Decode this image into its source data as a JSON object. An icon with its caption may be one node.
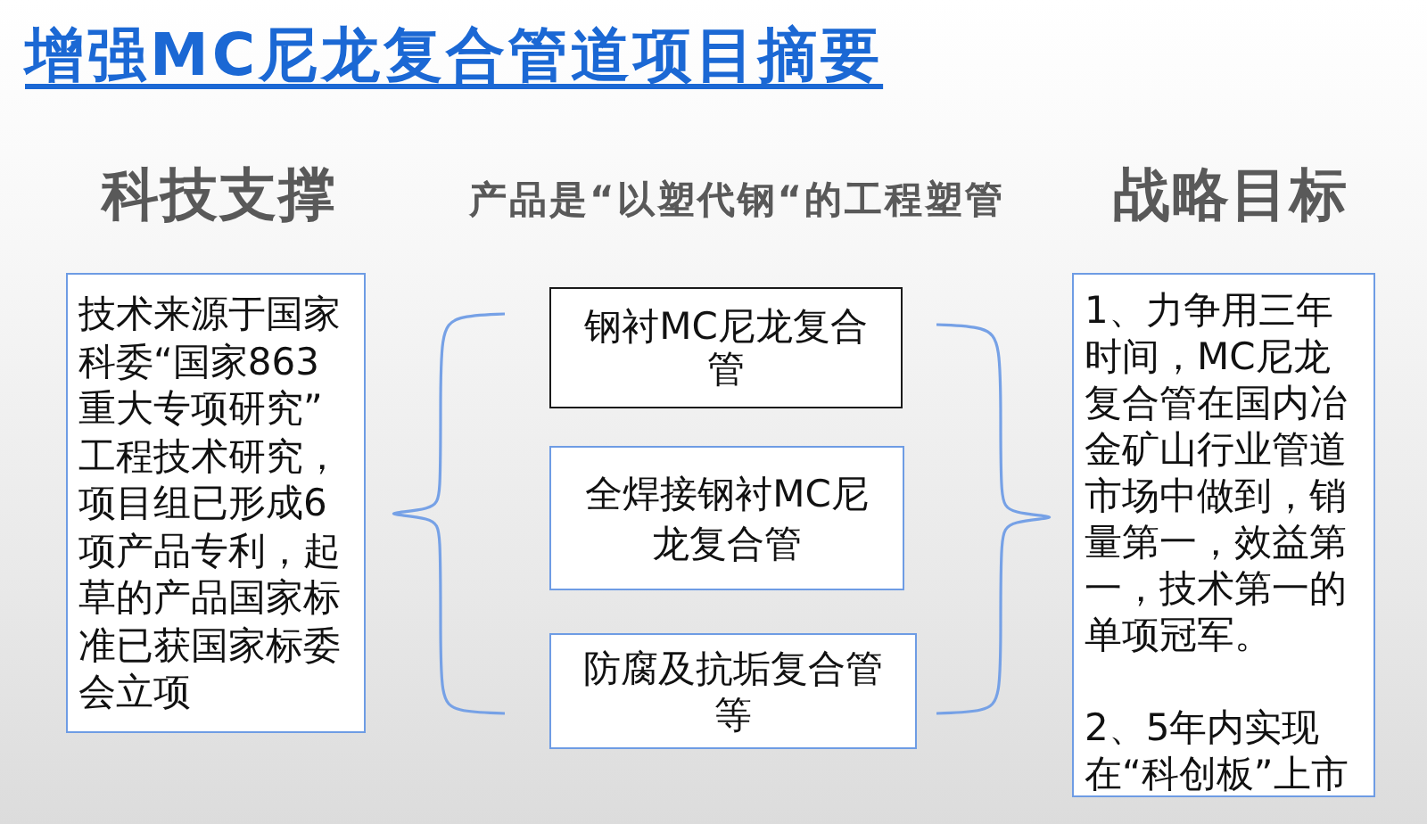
{
  "diagram": {
    "title": "增强MC尼龙复合管道项目摘要",
    "nodes": [
      {
        "text": [
          "技术来源于国家科委“国家863重大专项研究”工程技术研究，项目组已形成6项产品专利，起草的产品国家标准已获国家标委会立项"
        ]
      },
      {
        "text": [
          "钢衬MC尼龙复合管"
        ]
      },
      {
        "text": [
          "全焊接钢衬MC尼龙复合管"
        ]
      },
      {
        "text": [
          "防腐及抗垢复合管等"
        ]
      },
      {
        "text": [
          "1、力争用三年时间，MC尼龙复合管在国内冶金矿山行业管道市场中做到，销量第一，效益第一，技术第一的单项冠军。",
          "2、5年内实现在“科创板”上市"
        ]
      }
    ],
    "labels": [
      "科技支撑",
      "产品是“以塑代钢“的工程塑管",
      "战略目标"
    ]
  }
}
